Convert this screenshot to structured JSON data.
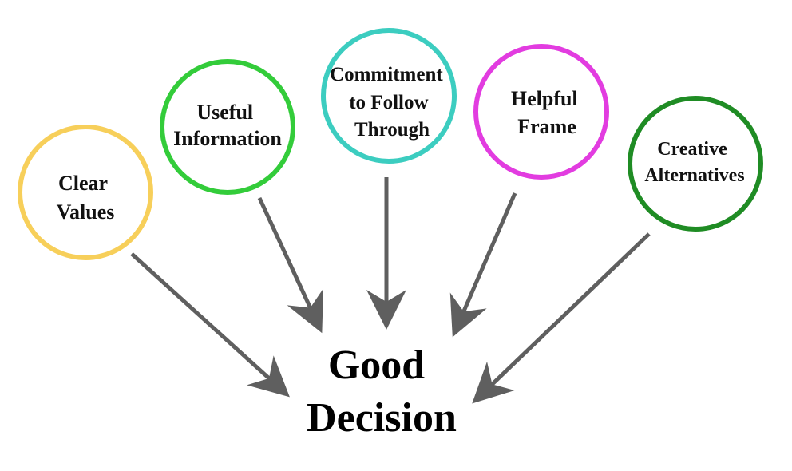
{
  "center": {
    "line1": "Good",
    "line2": "Decision"
  },
  "nodes": [
    {
      "id": "clear-values",
      "lines": [
        "Clear",
        "Values"
      ],
      "color": "#f7cf5a"
    },
    {
      "id": "useful-information",
      "lines": [
        "Useful",
        "Information"
      ],
      "color": "#33cc3a"
    },
    {
      "id": "commitment",
      "lines": [
        "Commitment",
        "to Follow",
        "Through"
      ],
      "color": "#3ccdc0"
    },
    {
      "id": "helpful-frame",
      "lines": [
        "Helpful",
        "Frame"
      ],
      "color": "#e23ce0"
    },
    {
      "id": "creative-alternatives",
      "lines": [
        "Creative",
        "Alternatives"
      ],
      "color": "#1f8c24"
    }
  ],
  "colors": {
    "arrow": "#5f5f5f",
    "background": "#ffffff",
    "text": "#111111"
  }
}
